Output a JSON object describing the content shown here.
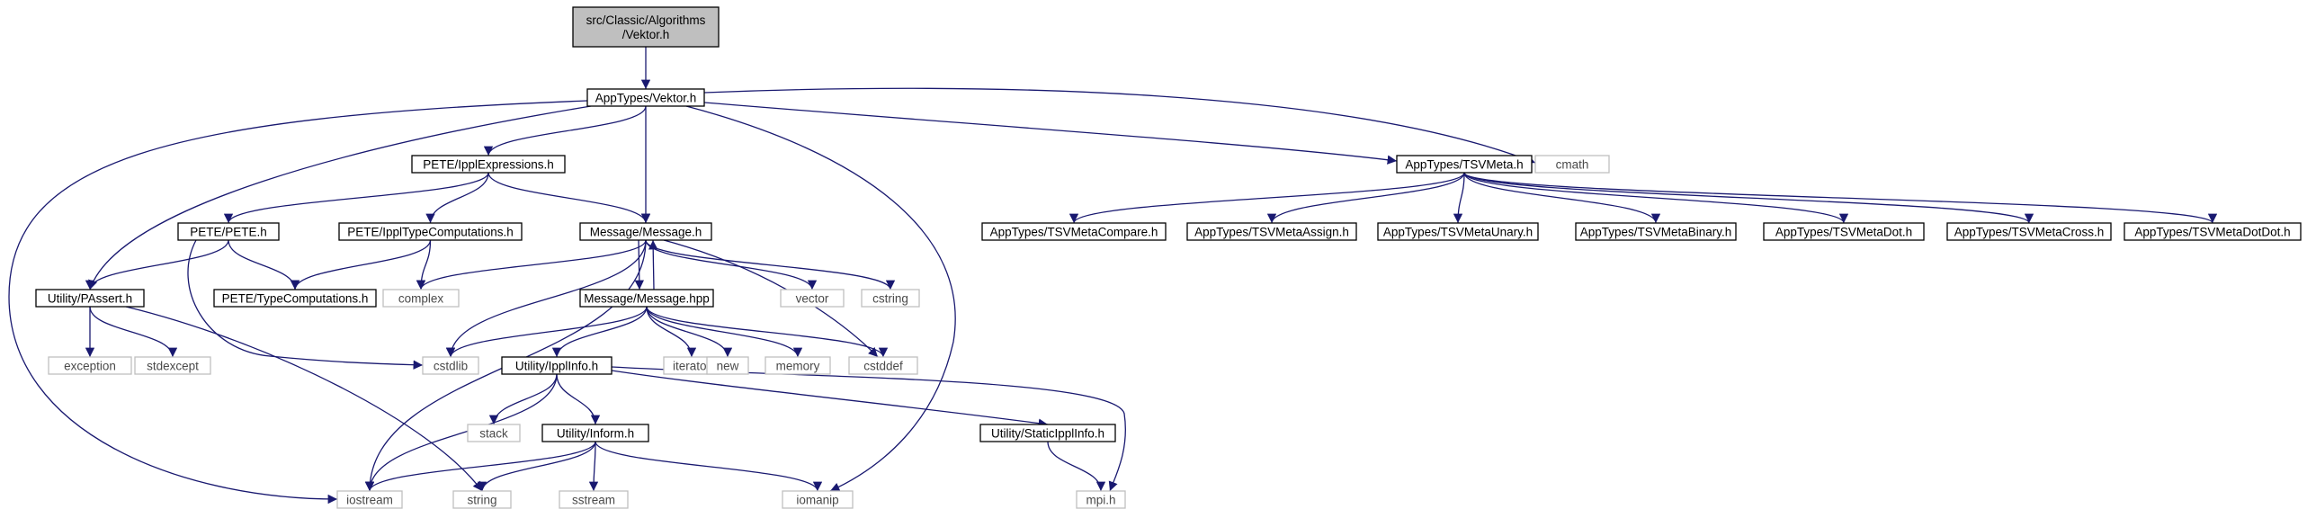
{
  "diagram": {
    "colors": {
      "edge": "#191970",
      "box_border": "#000000",
      "root_fill": "#bfbfbf",
      "external_border": "#bfbfbf",
      "node_fill": "#ffffff"
    },
    "nodes": [
      {
        "id": "root",
        "lines": [
          "src/Classic/Algorithms",
          "/Vektor.h"
        ],
        "kind": "root"
      },
      {
        "id": "vektor",
        "lines": [
          "AppTypes/Vektor.h"
        ],
        "kind": "local"
      },
      {
        "id": "ipplexpr",
        "lines": [
          "PETE/IpplExpressions.h"
        ],
        "kind": "local"
      },
      {
        "id": "tsvmeta",
        "lines": [
          "AppTypes/TSVMeta.h"
        ],
        "kind": "local"
      },
      {
        "id": "cmath",
        "lines": [
          "cmath"
        ],
        "kind": "external"
      },
      {
        "id": "pete",
        "lines": [
          "PETE/PETE.h"
        ],
        "kind": "local"
      },
      {
        "id": "ippltc",
        "lines": [
          "PETE/IpplTypeComputations.h"
        ],
        "kind": "local"
      },
      {
        "id": "message",
        "lines": [
          "Message/Message.h"
        ],
        "kind": "local"
      },
      {
        "id": "passert",
        "lines": [
          "Utility/PAssert.h"
        ],
        "kind": "local"
      },
      {
        "id": "typecomp",
        "lines": [
          "PETE/TypeComputations.h"
        ],
        "kind": "local"
      },
      {
        "id": "complex",
        "lines": [
          "complex"
        ],
        "kind": "external"
      },
      {
        "id": "messagehpp",
        "lines": [
          "Message/Message.hpp"
        ],
        "kind": "local"
      },
      {
        "id": "vector",
        "lines": [
          "vector"
        ],
        "kind": "external"
      },
      {
        "id": "cstring",
        "lines": [
          "cstring"
        ],
        "kind": "external"
      },
      {
        "id": "exception",
        "lines": [
          "exception"
        ],
        "kind": "external"
      },
      {
        "id": "stdexcept",
        "lines": [
          "stdexcept"
        ],
        "kind": "external"
      },
      {
        "id": "cstdlib",
        "lines": [
          "cstdlib"
        ],
        "kind": "external"
      },
      {
        "id": "ipplinfo",
        "lines": [
          "Utility/IpplInfo.h"
        ],
        "kind": "local"
      },
      {
        "id": "iterator",
        "lines": [
          "iterator"
        ],
        "kind": "external"
      },
      {
        "id": "new",
        "lines": [
          "new"
        ],
        "kind": "external"
      },
      {
        "id": "memory",
        "lines": [
          "memory"
        ],
        "kind": "external"
      },
      {
        "id": "cstddef",
        "lines": [
          "cstddef"
        ],
        "kind": "external"
      },
      {
        "id": "stack",
        "lines": [
          "stack"
        ],
        "kind": "external"
      },
      {
        "id": "inform",
        "lines": [
          "Utility/Inform.h"
        ],
        "kind": "local"
      },
      {
        "id": "staticipplinfo",
        "lines": [
          "Utility/StaticIpplInfo.h"
        ],
        "kind": "local"
      },
      {
        "id": "iostream",
        "lines": [
          "iostream"
        ],
        "kind": "external"
      },
      {
        "id": "string",
        "lines": [
          "string"
        ],
        "kind": "external"
      },
      {
        "id": "sstream",
        "lines": [
          "sstream"
        ],
        "kind": "external"
      },
      {
        "id": "iomanip",
        "lines": [
          "iomanip"
        ],
        "kind": "external"
      },
      {
        "id": "mpih",
        "lines": [
          "mpi.h"
        ],
        "kind": "external"
      },
      {
        "id": "tsvcompare",
        "lines": [
          "AppTypes/TSVMetaCompare.h"
        ],
        "kind": "local"
      },
      {
        "id": "tsvassign",
        "lines": [
          "AppTypes/TSVMetaAssign.h"
        ],
        "kind": "local"
      },
      {
        "id": "tsvunary",
        "lines": [
          "AppTypes/TSVMetaUnary.h"
        ],
        "kind": "local"
      },
      {
        "id": "tsvbinary",
        "lines": [
          "AppTypes/TSVMetaBinary.h"
        ],
        "kind": "local"
      },
      {
        "id": "tsvdot",
        "lines": [
          "AppTypes/TSVMetaDot.h"
        ],
        "kind": "local"
      },
      {
        "id": "tsvcross",
        "lines": [
          "AppTypes/TSVMetaCross.h"
        ],
        "kind": "local"
      },
      {
        "id": "tsvdotdot",
        "lines": [
          "AppTypes/TSVMetaDotDot.h"
        ],
        "kind": "local"
      }
    ],
    "edges": [
      [
        "root",
        "vektor"
      ],
      [
        "vektor",
        "ipplexpr"
      ],
      [
        "vektor",
        "message"
      ],
      [
        "vektor",
        "tsvmeta"
      ],
      [
        "vektor",
        "cmath"
      ],
      [
        "vektor",
        "passert"
      ],
      [
        "vektor",
        "iostream"
      ],
      [
        "vektor",
        "iomanip"
      ],
      [
        "ipplexpr",
        "pete"
      ],
      [
        "ipplexpr",
        "ippltc"
      ],
      [
        "ipplexpr",
        "message"
      ],
      [
        "pete",
        "passert"
      ],
      [
        "pete",
        "typecomp"
      ],
      [
        "pete",
        "cstdlib"
      ],
      [
        "ippltc",
        "typecomp"
      ],
      [
        "ippltc",
        "complex"
      ],
      [
        "passert",
        "exception"
      ],
      [
        "passert",
        "stdexcept"
      ],
      [
        "passert",
        "string"
      ],
      [
        "message",
        "messagehpp"
      ],
      [
        "message",
        "complex"
      ],
      [
        "message",
        "vector"
      ],
      [
        "message",
        "cstring"
      ],
      [
        "message",
        "cstddef"
      ],
      [
        "message",
        "cstdlib"
      ],
      [
        "message",
        "iostream"
      ],
      [
        "messagehpp",
        "message"
      ],
      [
        "messagehpp",
        "cstdlib"
      ],
      [
        "messagehpp",
        "ipplinfo"
      ],
      [
        "messagehpp",
        "iterator"
      ],
      [
        "messagehpp",
        "new"
      ],
      [
        "messagehpp",
        "memory"
      ],
      [
        "messagehpp",
        "cstddef"
      ],
      [
        "ipplinfo",
        "stack"
      ],
      [
        "ipplinfo",
        "inform"
      ],
      [
        "ipplinfo",
        "staticipplinfo"
      ],
      [
        "ipplinfo",
        "iostream"
      ],
      [
        "ipplinfo",
        "mpih"
      ],
      [
        "inform",
        "iostream"
      ],
      [
        "inform",
        "string"
      ],
      [
        "inform",
        "sstream"
      ],
      [
        "inform",
        "iomanip"
      ],
      [
        "staticipplinfo",
        "mpih"
      ],
      [
        "tsvmeta",
        "tsvcompare"
      ],
      [
        "tsvmeta",
        "tsvassign"
      ],
      [
        "tsvmeta",
        "tsvunary"
      ],
      [
        "tsvmeta",
        "tsvbinary"
      ],
      [
        "tsvmeta",
        "tsvdot"
      ],
      [
        "tsvmeta",
        "tsvcross"
      ],
      [
        "tsvmeta",
        "tsvdotdot"
      ]
    ]
  }
}
